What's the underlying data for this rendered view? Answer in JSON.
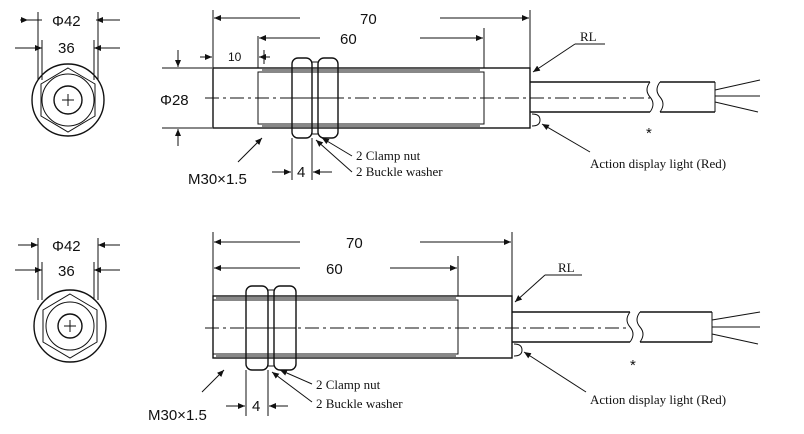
{
  "views": [
    {
      "id": "top",
      "end_outer_dia": "Φ42",
      "end_inner_dia": "36",
      "overall_length": "70",
      "thread_length": "60",
      "nose_length": "10",
      "body_dia": "Φ28",
      "thread_spec": "M30×1.5",
      "nut_thickness": "4",
      "clamp_nut_label": "2 Clamp nut",
      "washer_label": "2 Buckle washer",
      "rl_label": "RL",
      "light_label": "Action display light (Red)",
      "star": "*"
    },
    {
      "id": "bottom",
      "end_outer_dia": "Φ42",
      "end_inner_dia": "36",
      "overall_length": "70",
      "thread_length": "60",
      "thread_spec": "M30×1.5",
      "nut_thickness": "4",
      "clamp_nut_label": "2 Clamp nut",
      "washer_label": "2 Buckle washer",
      "rl_label": "RL",
      "light_label": "Action display light (Red)",
      "star": "*"
    }
  ]
}
